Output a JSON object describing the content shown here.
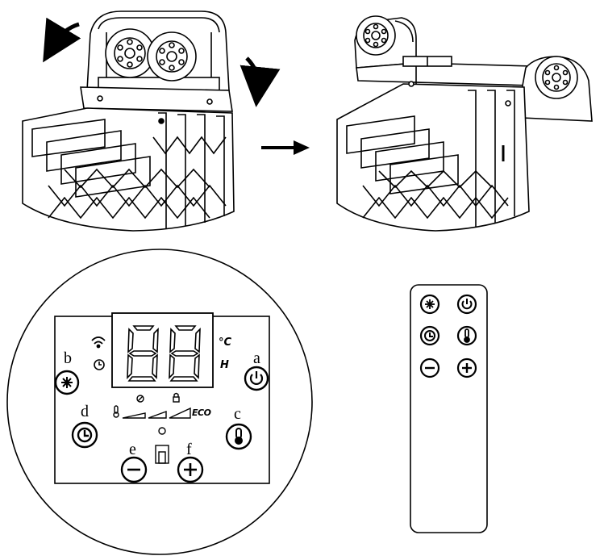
{
  "panel": {
    "display_digits": "88",
    "unit_celsius": "°C",
    "unit_hour": "H",
    "eco_label": "ECO",
    "labels": {
      "a": "a",
      "b": "b",
      "c": "c",
      "d": "d",
      "e": "e",
      "f": "f"
    }
  }
}
